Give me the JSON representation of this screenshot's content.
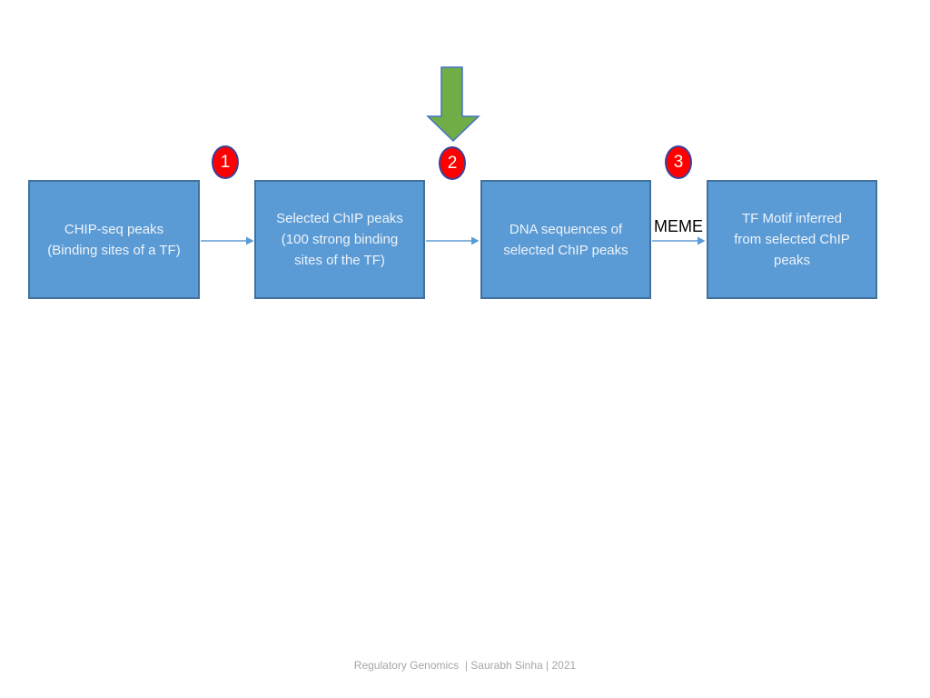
{
  "slide": {
    "background": "#FFFFFF",
    "footer": "Regulatory Genomics  | Saurabh Sinha | 2021"
  },
  "colors": {
    "box_fill": "#5B9BD5",
    "box_border": "#41719C",
    "box_text": "#EDF3FA",
    "connector": "#5B9BD5",
    "badge_fill": "#FF0000",
    "badge_border": "#3E4095",
    "badge_text": "#FFFFFF",
    "green_arrow_fill": "#70AD47",
    "green_arrow_border": "#4472C4",
    "meme_text": "#000000",
    "footer_text": "#A6A6A6"
  },
  "icons": {
    "green_down_arrow": "thick-down-arrow",
    "connector_arrow": "right-arrow"
  },
  "steps": [
    {
      "number": "1"
    },
    {
      "number": "2"
    },
    {
      "number": "3"
    }
  ],
  "boxes": [
    {
      "id": "chip-seq-peaks",
      "lines": [
        "CHIP-seq peaks",
        "(Binding sites of a TF)"
      ]
    },
    {
      "id": "selected-chip-peaks",
      "lines": [
        "Selected ChIP peaks",
        "(100 strong binding",
        "sites of the TF)"
      ]
    },
    {
      "id": "dna-sequences",
      "lines": [
        "DNA sequences of",
        "selected ChIP peaks"
      ]
    },
    {
      "id": "tf-motif",
      "lines": [
        "TF Motif inferred",
        "from selected ChIP",
        "peaks"
      ]
    }
  ],
  "connector_label": "MEME"
}
